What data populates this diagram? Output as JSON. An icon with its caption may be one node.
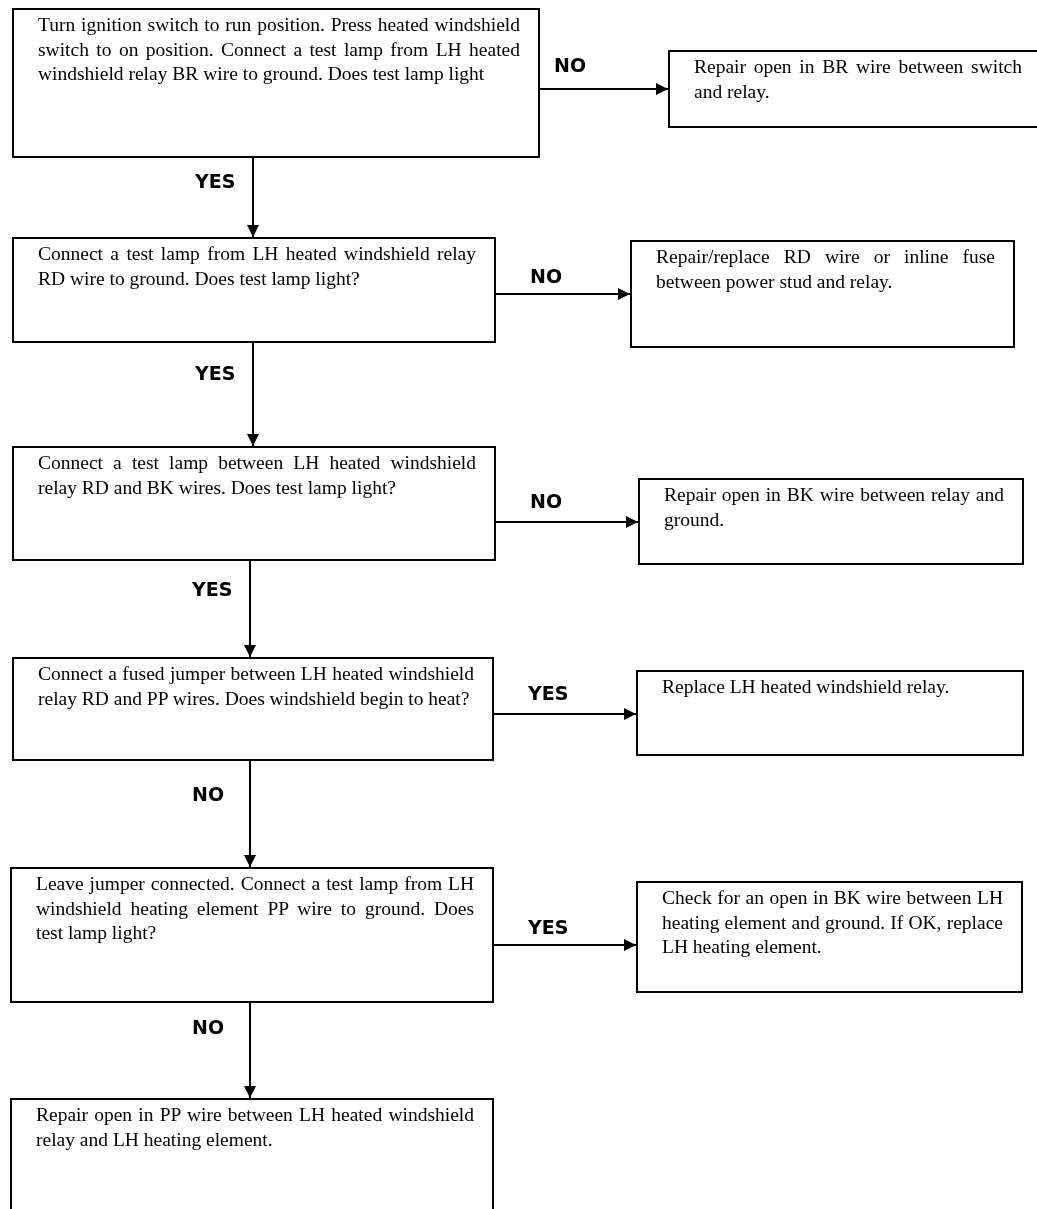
{
  "diagram": {
    "nodes": [
      {
        "text": [
          "Turn ignition switch to run position. Press heated windshield switch to on position. Connect a test lamp from LH heated windshield relay BR wire to ground. Does test lamp light"
        ]
      },
      {
        "text": [
          "Repair open in BR wire between switch and relay."
        ]
      },
      {
        "text": [
          "Connect a test lamp from LH heated windshield relay RD wire to ground. Does test lamp light?"
        ]
      },
      {
        "text": [
          "Repair/replace RD wire or inline fuse between power stud and relay."
        ]
      },
      {
        "text": [
          "Connect a test lamp between LH heated windshield relay RD and BK wires. Does test lamp light?"
        ]
      },
      {
        "text": [
          "Repair open in BK wire between relay and ground."
        ]
      },
      {
        "text": [
          "Connect a fused jumper between LH heated windshield relay RD and PP wires. Does windshield begin to heat?"
        ]
      },
      {
        "text": [
          "Replace LH heated windshield relay."
        ]
      },
      {
        "text": [
          "Leave jumper connected. Connect a test lamp from LH windshield heating element PP wire to ground. Does test lamp light?"
        ]
      },
      {
        "text": [
          "Check for an open in BK wire between LH heating element and ground. If OK, replace LH heating element."
        ]
      },
      {
        "text": [
          "Repair open in PP wire between LH heated windshield relay and LH heating element."
        ]
      }
    ],
    "edges": [
      {
        "from": 0,
        "to": 1,
        "arrow": "to",
        "label": "NO"
      },
      {
        "from": 0,
        "to": 2,
        "arrow": "to",
        "label": "YES"
      },
      {
        "from": 2,
        "to": 3,
        "arrow": "to",
        "label": "NO"
      },
      {
        "from": 2,
        "to": 4,
        "arrow": "to",
        "label": "YES"
      },
      {
        "from": 4,
        "to": 5,
        "arrow": "to",
        "label": "NO"
      },
      {
        "from": 4,
        "to": 6,
        "arrow": "to",
        "label": "YES"
      },
      {
        "from": 6,
        "to": 7,
        "arrow": "to",
        "label": "YES"
      },
      {
        "from": 6,
        "to": 8,
        "arrow": "to",
        "label": "NO"
      },
      {
        "from": 8,
        "to": 9,
        "arrow": "to",
        "label": "YES"
      },
      {
        "from": 8,
        "to": 10,
        "arrow": "to",
        "label": "NO"
      }
    ]
  }
}
